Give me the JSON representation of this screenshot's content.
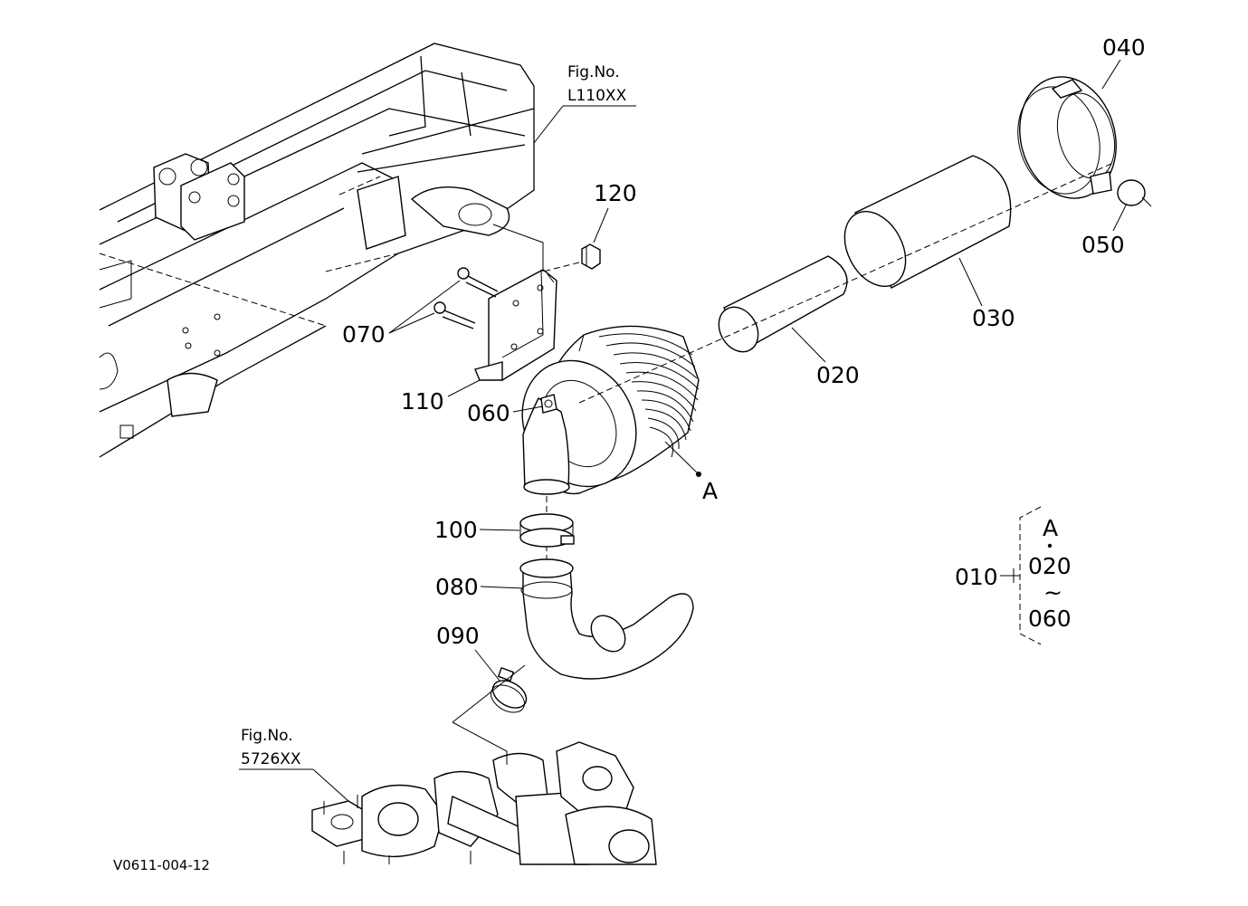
{
  "drawing_code": "V0611-004-12",
  "fig_refs": {
    "top": {
      "title": "Fig.No.",
      "number": "L110XX"
    },
    "bottom": {
      "title": "Fig.No.",
      "number": "5726XX"
    }
  },
  "part_labels": {
    "p010": "010",
    "p020": "020",
    "p030": "030",
    "p040": "040",
    "p050": "050",
    "p060": "060",
    "p070": "070",
    "p080": "080",
    "p090": "090",
    "p100": "100",
    "p110": "110",
    "p120": "120",
    "assembly_a": "A"
  },
  "assembly_bracket": {
    "top": "A",
    "middle": "020",
    "tilde": "~",
    "bottom": "060"
  }
}
